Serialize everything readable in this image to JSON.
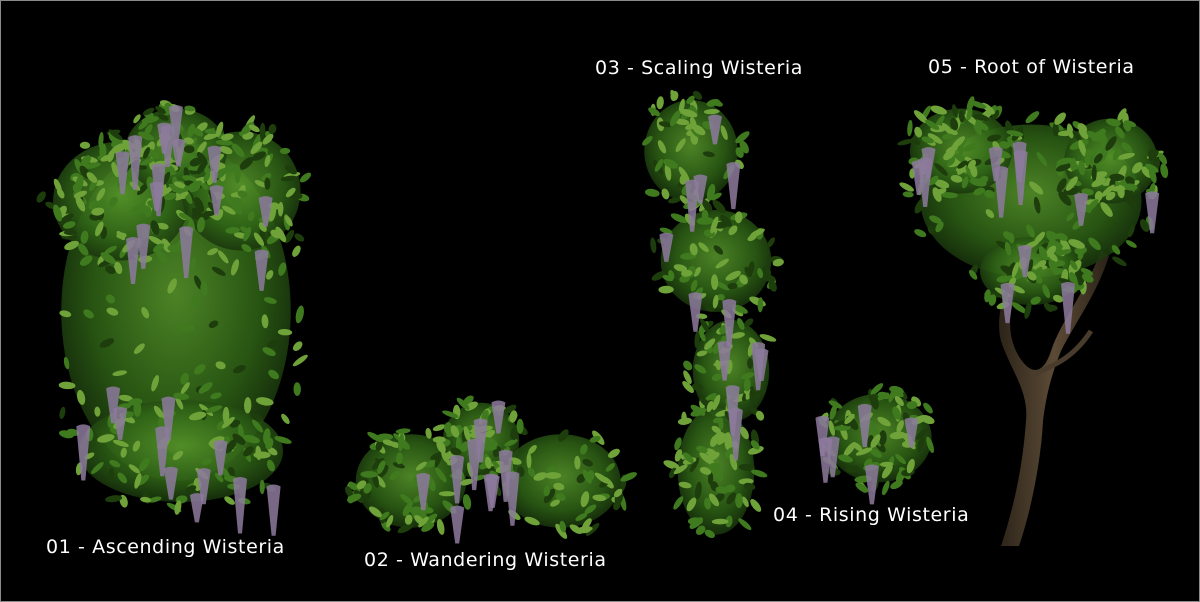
{
  "colors": {
    "background": "#000000",
    "leaf": "#3f7a1f",
    "leaf_light": "#6fa33a",
    "leaf_dark": "#1d3d0c",
    "flower": "#8d7a9e",
    "trunk": "#4a3c2c"
  },
  "plants": [
    {
      "id": "01",
      "label": "01 - Ascending Wisteria"
    },
    {
      "id": "02",
      "label": "02 - Wandering Wisteria"
    },
    {
      "id": "03",
      "label": "03 - Scaling Wisteria"
    },
    {
      "id": "04",
      "label": "04 - Rising Wisteria"
    },
    {
      "id": "05",
      "label": "05 - Root of Wisteria"
    }
  ]
}
